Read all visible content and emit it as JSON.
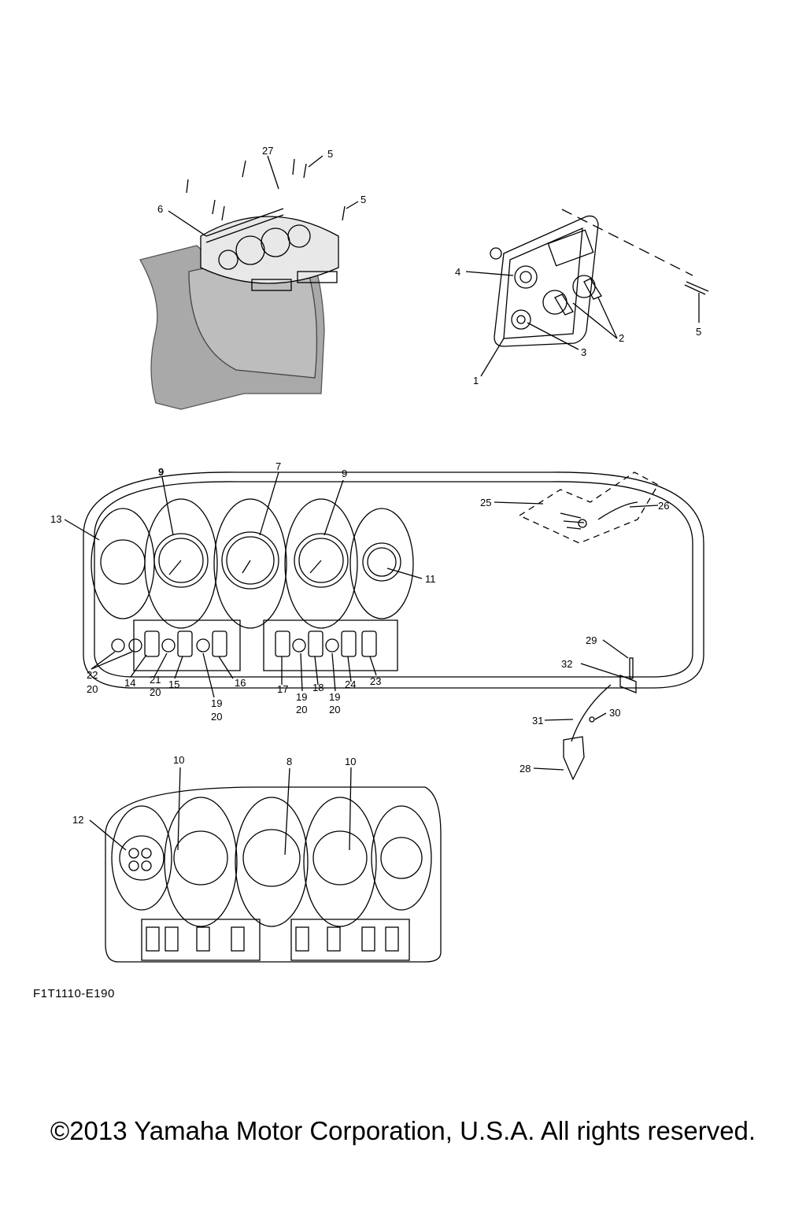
{
  "diagram_code": "F1T1110-E190",
  "copyright": "©2013 Yamaha Motor Corporation, U.S.A. All rights reserved.",
  "part_labels": {
    "p27": "27",
    "p5a": "5",
    "p5b": "5",
    "p6": "6",
    "p4": "4",
    "p2": "2",
    "p3": "3",
    "p1": "1",
    "p5c": "5",
    "p9a": "9",
    "p7": "7",
    "p9b": "9",
    "p13": "13",
    "p11": "11",
    "p25": "25",
    "p26": "26",
    "p22": "22",
    "p20a": "20",
    "p14": "14",
    "p21": "21",
    "p20b": "20",
    "p15": "15",
    "p16": "16",
    "p19a": "19",
    "p20c": "20",
    "p17": "17",
    "p19b": "19",
    "p20d": "20",
    "p18": "18",
    "p19c": "19",
    "p20e": "20",
    "p24": "24",
    "p23": "23",
    "p29": "29",
    "p32": "32",
    "p31": "31",
    "p30": "30",
    "p28": "28",
    "p10a": "10",
    "p8": "8",
    "p10b": "10",
    "p12": "12"
  }
}
